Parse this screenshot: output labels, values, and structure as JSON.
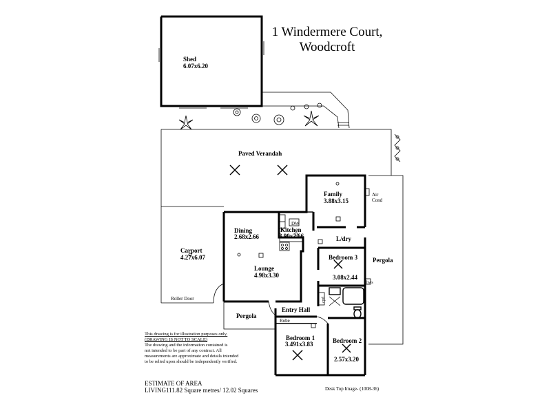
{
  "address": {
    "line1": "1 Windermere Court,",
    "line2": "Woodcroft"
  },
  "rooms": {
    "shed": {
      "name": "Shed",
      "size": "6.07x6.20"
    },
    "paved_verandah": {
      "name": "Paved Verandah"
    },
    "family": {
      "name": "Family",
      "size": "3.88x3.15"
    },
    "air_cond": {
      "line1": "Air",
      "line2": "Cond"
    },
    "dining": {
      "name": "Dining",
      "size": "2.68x2.66"
    },
    "kitchen": {
      "name": "Kitchen",
      "size": "3.90x2.66"
    },
    "dw": "DW",
    "carport": {
      "name": "Carport",
      "size": "4.27x6.07"
    },
    "lounge": {
      "name": "Lounge",
      "size": "4.98x3.30"
    },
    "laundry": {
      "name": "L/dry"
    },
    "bedroom3": {
      "name": "Bedroom 3",
      "size": "3.08x2.44"
    },
    "pergola_right": {
      "name": "Pergola"
    },
    "hws": "hws",
    "roller_door": "Roller Door",
    "pergola_left": {
      "name": "Pergola"
    },
    "entry_hall": {
      "name": "Entry Hall"
    },
    "robe": "Robe",
    "bedroom1": {
      "name": "Bedroom 1",
      "size": "3.491x3.83"
    },
    "bedroom2": {
      "name": "Bedroom 2",
      "size": "2.57x3.20"
    },
    "cpd": "cpd"
  },
  "disclaimer": {
    "line1": "This drawing is for illustration purposes only.",
    "line2": "(DRAWING IS NOT TO SCALE)",
    "line3": "The drawing and the information contained is",
    "line4": "not intended to be part of any contract.  All",
    "line5": "measurements are approximate and details intended",
    "line6": "to be relied upon should be independently verified."
  },
  "estimate": {
    "heading": "ESTIMATE OF AREA",
    "living": "LIVING111.82 Square metres/ 12.02 Squares"
  },
  "desktop_image": "Desk Top Image-  (1008-36)"
}
